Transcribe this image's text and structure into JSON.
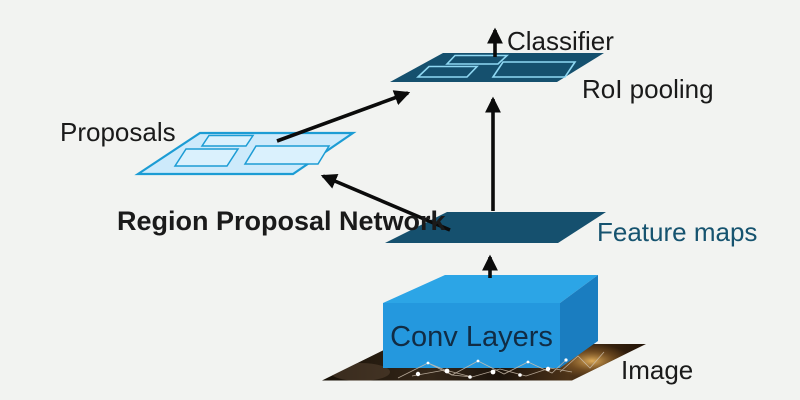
{
  "diagram": {
    "title_hint": "Faster R-CNN style architecture diagram",
    "labels": {
      "classifier": "Classifier",
      "roi_pooling": "RoI pooling",
      "proposals": "Proposals",
      "region_proposal_network": "Region Proposal Network",
      "feature_maps": "Feature maps",
      "conv_layers": "Conv Layers",
      "image": "Image"
    },
    "edges": [
      {
        "from": "roi_pooling",
        "to": "classifier"
      },
      {
        "from": "proposals",
        "to": "roi_pooling"
      },
      {
        "from": "feature_maps",
        "to": "roi_pooling"
      },
      {
        "from": "feature_maps",
        "to": "proposals"
      },
      {
        "from": "conv_layers",
        "to": "feature_maps"
      }
    ],
    "colors": {
      "background": "#f2f3f1",
      "dark_sheet": "#15506e",
      "roi_box_outline": "#8fd8f3",
      "proposals_fill": "#cdeafb",
      "proposals_stroke": "#1c9cd4",
      "proposals_inner_fill": "#daf1fd",
      "conv_front": "#2498de",
      "conv_top": "#2ca5e6",
      "conv_side": "#1a7dc0",
      "arrow": "#0b0b0b",
      "text_dark": "#1a1a1a",
      "feature_maps_text": "#16536f",
      "conv_text": "#112c44"
    }
  }
}
